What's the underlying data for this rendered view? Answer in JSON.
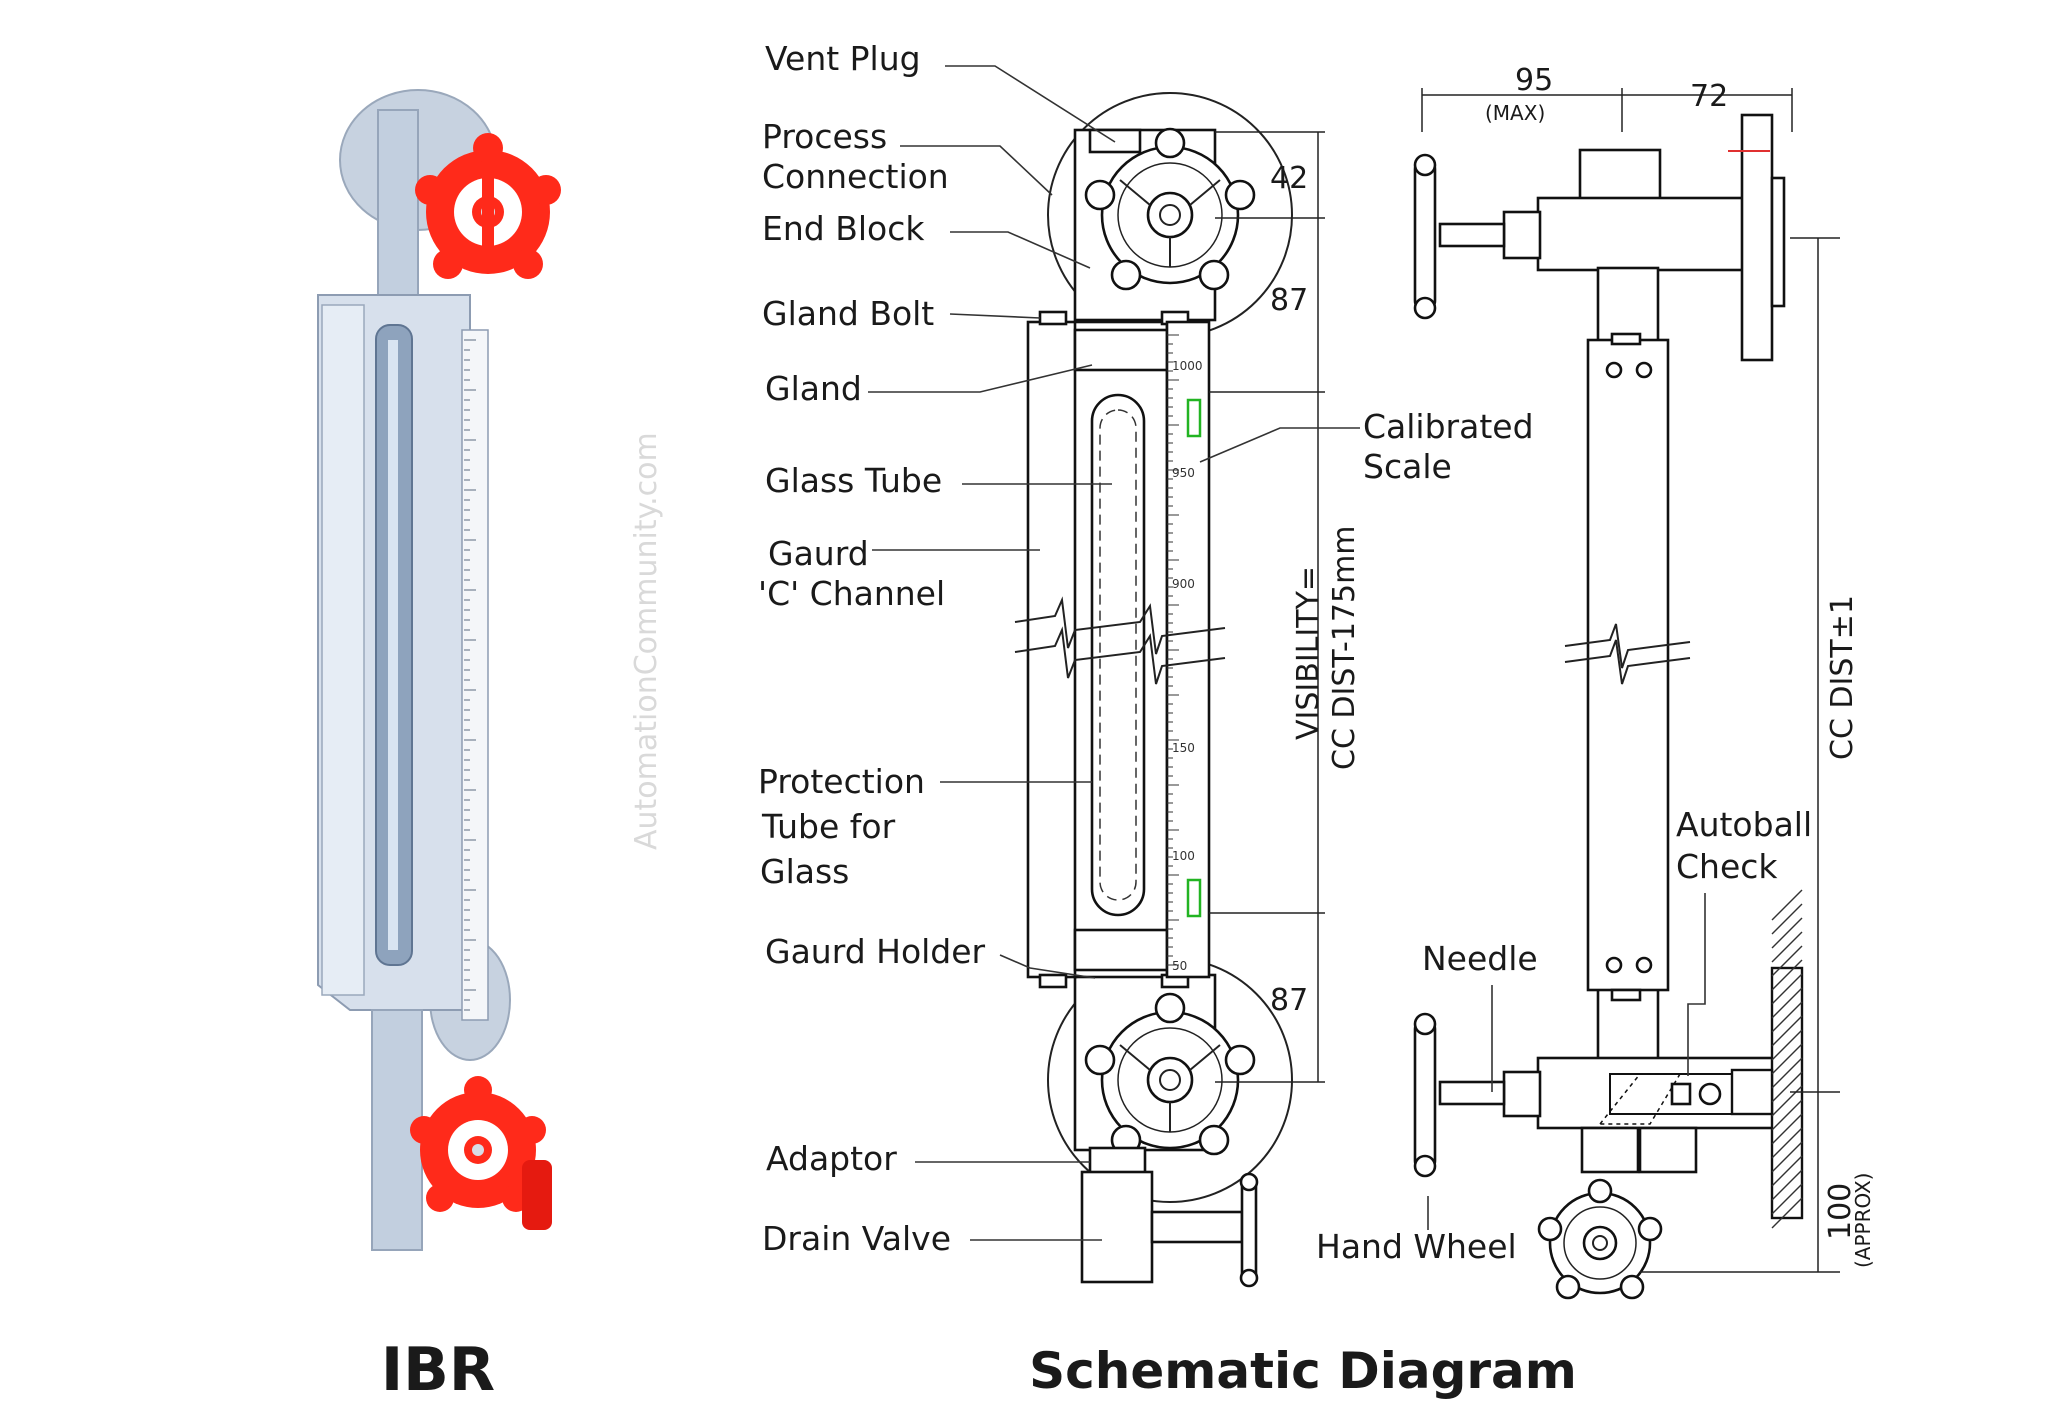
{
  "photo": {
    "title": "IBR",
    "watermark": "AutomationCommunity.com",
    "valve_color": "#ff2a1a",
    "metal_color": "#b8c6d8"
  },
  "diagram": {
    "title": "Schematic Diagram",
    "labels": {
      "vent_plug": "Vent Plug",
      "process_connection_1": "Process",
      "process_connection_2": "Connection",
      "end_block": "End Block",
      "gland_bolt": "Gland Bolt",
      "gland": "Gland",
      "glass_tube": "Glass Tube",
      "guard_channel_1": "Gaurd",
      "guard_channel_2": "'C' Channel",
      "protection_tube_1": "Protection",
      "protection_tube_2": "Tube for",
      "protection_tube_3": "Glass",
      "guard_holder": "Gaurd Holder",
      "adaptor": "Adaptor",
      "drain_valve": "Drain Valve",
      "calibrated_scale_1": "Calibrated",
      "calibrated_scale_2": "Scale",
      "autoball_check_1": "Autoball",
      "autoball_check_2": "Check",
      "needle": "Needle",
      "hand_wheel": "Hand Wheel"
    },
    "dimensions": {
      "top_offset": "42",
      "upper_block": "87",
      "lower_block": "87",
      "visibility_1": "VISIBILITY=",
      "visibility_2": "CC DIST-175mm",
      "width_max": "95",
      "width_max_note": "(MAX)",
      "flange_offset": "72",
      "cc_dist": "CC DIST±1",
      "drain_len": "100",
      "drain_len_note": "(APPROX)"
    },
    "scale_ticks": [
      "1000",
      "950",
      "900",
      "150",
      "100",
      "50"
    ],
    "scale_unit": "mm"
  }
}
